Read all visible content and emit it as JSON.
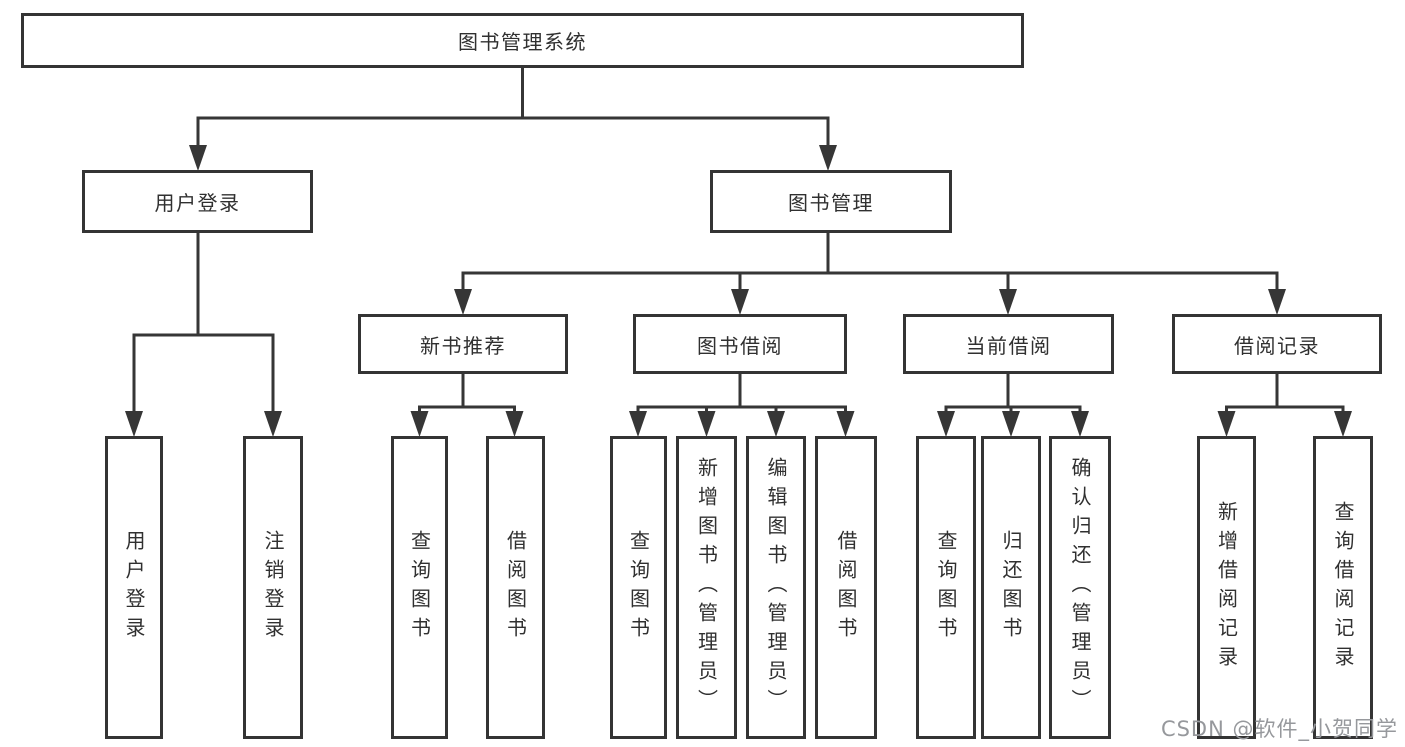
{
  "root": {
    "label": "图书管理系统"
  },
  "branches": [
    {
      "label": "用户登录",
      "children": [
        {
          "label": "用户登录"
        },
        {
          "label": "注销登录"
        }
      ]
    },
    {
      "label": "图书管理",
      "sections": [
        {
          "label": "新书推荐",
          "children": [
            {
              "label": "查询图书"
            },
            {
              "label": "借阅图书"
            }
          ]
        },
        {
          "label": "图书借阅",
          "children": [
            {
              "label": "查询图书"
            },
            {
              "label": "新增图书（管理员）"
            },
            {
              "label": "编辑图书（管理员）"
            },
            {
              "label": "借阅图书"
            }
          ]
        },
        {
          "label": "当前借阅",
          "children": [
            {
              "label": "查询图书"
            },
            {
              "label": "归还图书"
            },
            {
              "label": "确认归还（管理员）"
            }
          ]
        },
        {
          "label": "借阅记录",
          "children": [
            {
              "label": "新增借阅记录"
            },
            {
              "label": "查询借阅记录"
            }
          ]
        }
      ]
    }
  ],
  "watermark": {
    "text": "CSDN @软件_小贺同学",
    "color": "#96989c"
  },
  "colors": {
    "line": "#363636",
    "box_border": "#343434",
    "text": "#303030",
    "background": "#ffffff"
  }
}
